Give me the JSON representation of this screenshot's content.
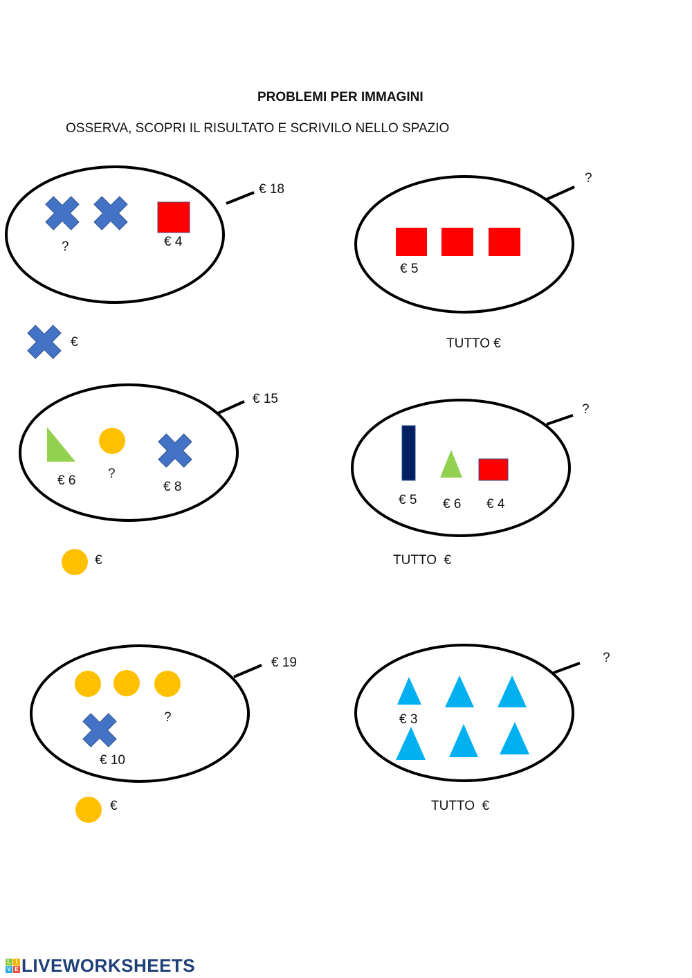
{
  "header": {
    "title": "PROBLEMI PER IMMAGINI",
    "instruction": "OSSERVA, SCOPRI IL RISULTATO E SCRIVILO NELLO SPAZIO"
  },
  "colors": {
    "cross": "#4472c4",
    "square": "#ff0000",
    "circle": "#ffc000",
    "green": "#92d050",
    "navy": "#002060",
    "cyan": "#00b0f0"
  },
  "problems": [
    {
      "total": "€ 18",
      "labels": [
        "?",
        "€ 4"
      ],
      "answer_prefix": "€"
    },
    {
      "total": "?",
      "labels": [
        "€ 5"
      ],
      "answer_prefix": "TUTTO €"
    },
    {
      "total": "€ 15",
      "labels": [
        "€ 6",
        "?",
        "€ 8"
      ],
      "answer_prefix": "€"
    },
    {
      "total": "?",
      "labels": [
        "€ 5",
        "€ 6",
        "€ 4"
      ],
      "answer_prefix": "TUTTO  €"
    },
    {
      "total": "€ 19",
      "labels": [
        "?",
        "€ 10"
      ],
      "answer_prefix": "€"
    },
    {
      "total": "?",
      "labels": [
        "€ 3"
      ],
      "answer_prefix": "TUTTO  €"
    }
  ],
  "footer": {
    "logo": "LIVEWORKSHEETS",
    "logo_blocks": [
      "L",
      "I",
      "V",
      "E"
    ]
  }
}
